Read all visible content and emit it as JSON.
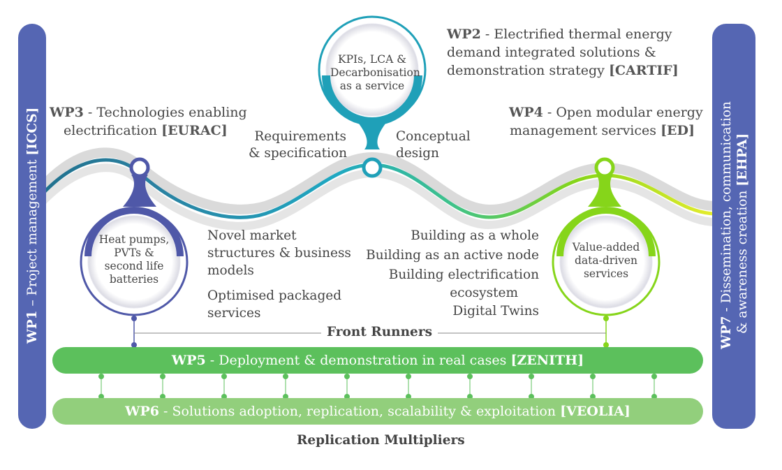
{
  "wp1": {
    "code": "WP1",
    "title": " – Project management ",
    "lead": "[ICCS]"
  },
  "wp7": {
    "code": "WP7",
    "title_1": " - Dissemination, communication",
    "title_2": "& awareness creation ",
    "lead": "[EHPA]"
  },
  "wp2": {
    "code": "WP2",
    "line1": " - Electrified thermal energy",
    "line2": "demand integrated solutions &",
    "line3": "demonstration strategy ",
    "lead": "[CARTIF]"
  },
  "wp3": {
    "code": "WP3",
    "line1": " - Technologies enabling",
    "line2": "electrification ",
    "lead": "[EURAC]"
  },
  "wp4": {
    "code": "WP4",
    "line1": " - Open modular energy",
    "line2": "management services ",
    "lead": "[ED]"
  },
  "wp5": {
    "code": "WP5",
    "title": " - Deployment & demonstration in real cases ",
    "lead": "[ZENITH]"
  },
  "wp6": {
    "code": "WP6",
    "title": " - Solutions adoption, replication, scalability & exploitation ",
    "lead": "[VEOLIA]"
  },
  "top_circle": {
    "line1": "KPIs, LCA &",
    "line2": "Decarbonisation",
    "line3": "as a service"
  },
  "left_circle": {
    "line1": "Heat pumps,",
    "line2": "PVTs &",
    "line3": "second life",
    "line4": "batteries"
  },
  "right_circle": {
    "line1": "Value-added",
    "line2": "data-driven",
    "line3": "services"
  },
  "requirements": {
    "line1": "Requirements",
    "line2": "& specification"
  },
  "conceptual": {
    "line1": "Conceptual",
    "line2": "design"
  },
  "left_services": {
    "line1": "Novel market",
    "line2": "structures & business",
    "line3": "models",
    "line4": "Optimised packaged",
    "line5": "services"
  },
  "right_services": {
    "line1": "Building as a whole",
    "line2": "Building as an active node",
    "line3": "Building electrification",
    "line4": "ecosystem",
    "line5": "Digital Twins"
  },
  "front_runners": "Front Runners",
  "replication_multipliers": "Replication Multipliers",
  "colors": {
    "wp_bar": "#5566b3",
    "wp5_band": "#5cc05c",
    "wp6_band": "#92cf7c",
    "teal": "#1fa0b8",
    "purple": "#4f58a8",
    "lime": "#86d51a",
    "yellow": "#e4ec2c"
  }
}
